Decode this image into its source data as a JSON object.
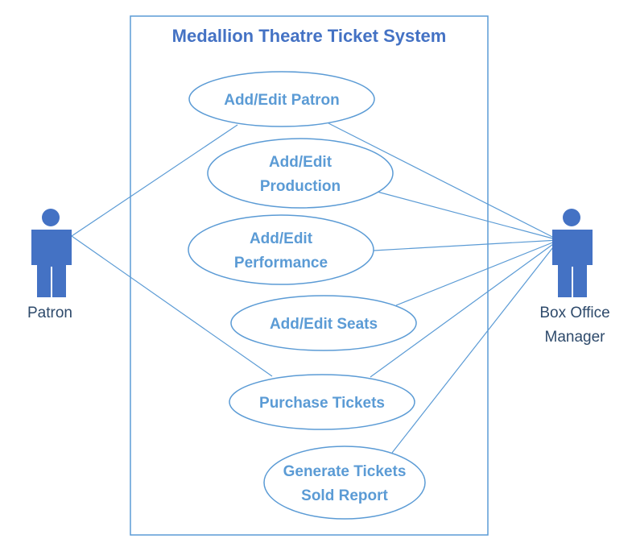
{
  "diagram": {
    "system": {
      "title": "Medallion Theatre Ticket System"
    },
    "actors": [
      {
        "id": "patron",
        "label": "Patron"
      },
      {
        "id": "box-office-manager",
        "label": "Box Office Manager",
        "lines": [
          "Box Office",
          "Manager"
        ]
      }
    ],
    "use_cases": [
      {
        "id": "add-edit-patron",
        "lines": [
          "Add/Edit Patron"
        ]
      },
      {
        "id": "add-edit-production",
        "lines": [
          "Add/Edit",
          "Production"
        ]
      },
      {
        "id": "add-edit-performance",
        "lines": [
          "Add/Edit",
          "Performance"
        ]
      },
      {
        "id": "add-edit-seats",
        "lines": [
          "Add/Edit Seats"
        ]
      },
      {
        "id": "purchase-tickets",
        "lines": [
          "Purchase Tickets"
        ]
      },
      {
        "id": "generate-tickets-sold-report",
        "lines": [
          "Generate Tickets",
          "Sold Report"
        ]
      }
    ],
    "associations": [
      {
        "actor": "patron",
        "use_case": "add-edit-patron"
      },
      {
        "actor": "patron",
        "use_case": "purchase-tickets"
      },
      {
        "actor": "box-office-manager",
        "use_case": "add-edit-patron"
      },
      {
        "actor": "box-office-manager",
        "use_case": "add-edit-production"
      },
      {
        "actor": "box-office-manager",
        "use_case": "add-edit-performance"
      },
      {
        "actor": "box-office-manager",
        "use_case": "add-edit-seats"
      },
      {
        "actor": "box-office-manager",
        "use_case": "purchase-tickets"
      },
      {
        "actor": "box-office-manager",
        "use_case": "generate-tickets-sold-report"
      }
    ],
    "colors": {
      "accent": "#5b9bd5",
      "actor_fill": "#4472c4",
      "actor_text": "#2e4a6b",
      "line": "#5b9bd5",
      "title": "#4472c4",
      "use_case_text": "#5b9bd5"
    }
  }
}
